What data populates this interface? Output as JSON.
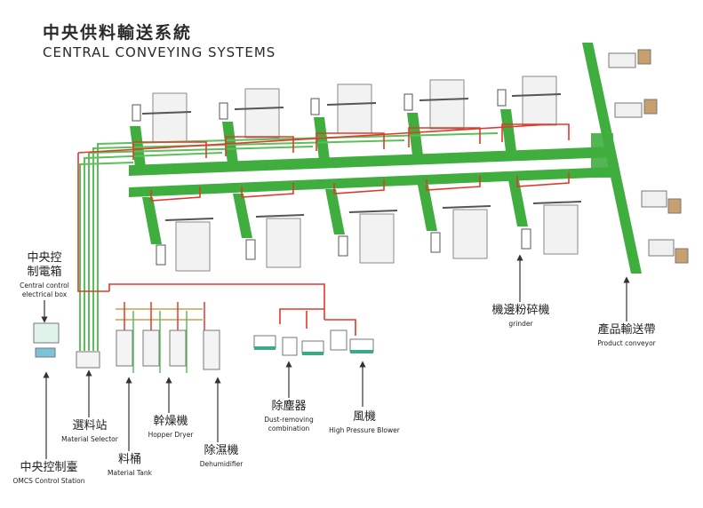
{
  "title": {
    "zh": "中央供料輸送系統",
    "en": "CENTRAL CONVEYING SYSTEMS"
  },
  "labels": {
    "control_box": {
      "zh1": "中央控",
      "zh2": "制電箱",
      "en1": "Central control",
      "en2": "electrical box"
    },
    "control_station": {
      "zh": "中央控制臺",
      "en": "OMCS Control Station"
    },
    "selector": {
      "zh": "選料站",
      "en": "Material Selector"
    },
    "tank": {
      "zh": "料桶",
      "en": "Material Tank"
    },
    "dryer": {
      "zh": "幹燥機",
      "en": "Hopper Dryer"
    },
    "dehumidifier": {
      "zh": "除濕機",
      "en": "Dehumidifier"
    },
    "dust": {
      "zh": "除塵器",
      "en1": "Dust-removing",
      "en2": "combination"
    },
    "blower": {
      "zh": "風機",
      "en": "High Pressure Blower"
    },
    "grinder": {
      "zh": "機邊粉碎機",
      "en": "grinder"
    },
    "product_conveyor": {
      "zh": "產品輸送帶",
      "en": "Product conveyor"
    }
  },
  "colors": {
    "conveyor": "#3fae3f",
    "pipe_red": "#e03a2a",
    "pipe_green": "#5cbf5c",
    "line": "#333333",
    "machine": "#eeeeee"
  }
}
